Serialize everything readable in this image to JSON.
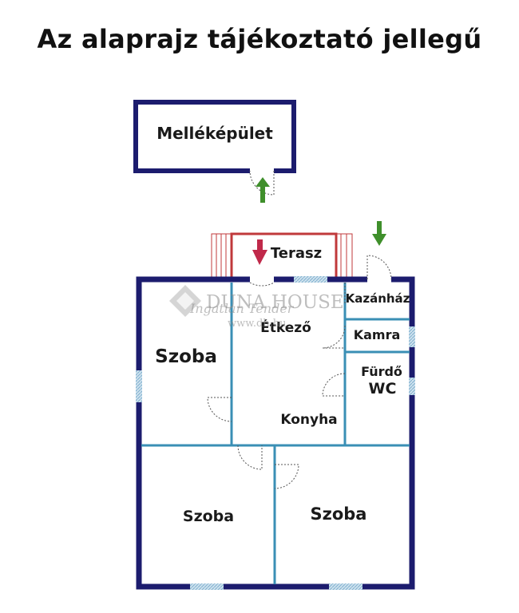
{
  "title": "Az alaprajz tájékoztató jellegű",
  "rooms": {
    "outbuilding": "Melléképület",
    "terrace": "Terasz",
    "boiler_room": "Kazánház",
    "dining": "Étkező",
    "pantry": "Kamra",
    "bathroom": "Fürdő",
    "wc": "WC",
    "kitchen": "Konyha",
    "room_1": "Szoba",
    "room_2": "Szoba",
    "room_3": "Szoba"
  },
  "watermark": {
    "brand": "DUNA HOUSE",
    "overlay": "Ingatlan Tender",
    "url": "www.dh.hu"
  },
  "colors": {
    "outer_wall": "#1c1c6e",
    "inner_wall": "#3a8fb5",
    "terrace": "#c0393b",
    "window": "#9fc6de",
    "arrow_green": "#3f8f2b",
    "arrow_red": "#c0294a"
  }
}
